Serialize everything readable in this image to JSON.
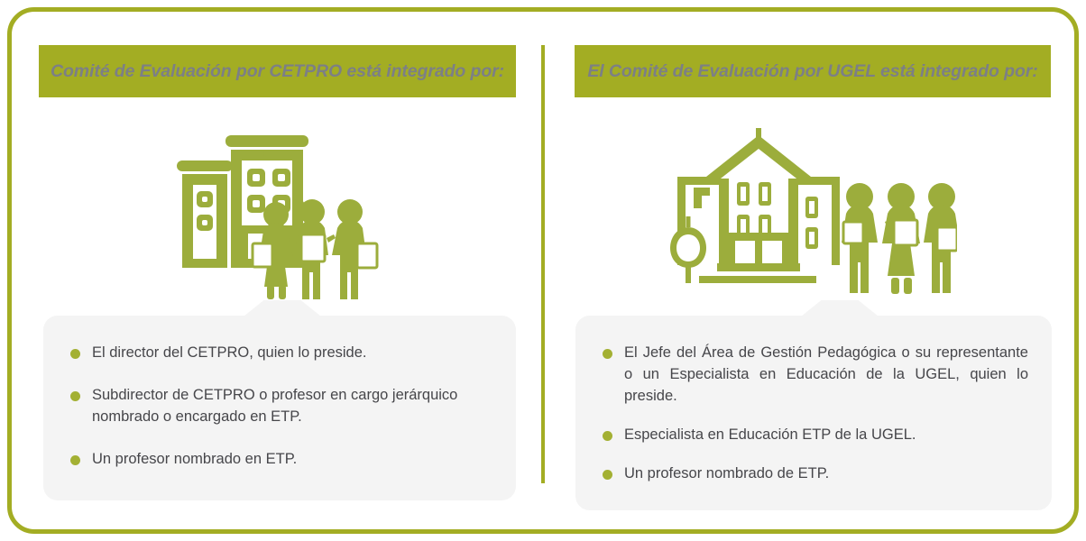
{
  "theme": {
    "accent_olive": "#a3ad23",
    "icon_green": "#9cad3c",
    "bullet_green": "#a3b033",
    "header_text_gray": "#7c7f86",
    "body_text_gray": "#46464a",
    "card_bg": "#f4f4f4",
    "page_bg": "#ffffff"
  },
  "panels": [
    {
      "id": "cetpro",
      "header": "Comité de Evaluación por CETPRO está integrado por:",
      "illustration_name": "cetpro-building-with-people-icon",
      "bullets": [
        "El director del CETPRO, quien lo preside.",
        "Subdirector de CETPRO o profesor en cargo jerárquico nombrado o encargado en ETP.",
        "Un profesor nombrado en ETP."
      ]
    },
    {
      "id": "ugel",
      "header": "El Comité de Evaluación por UGEL está integrado por:",
      "illustration_name": "ugel-school-with-people-icon",
      "bullets": [
        "El Jefe del Área de Gestión Pedagógica o su representante o un Especialista en Educación de la UGEL, quien lo preside.",
        "Especialista en Educación ETP de la UGEL.",
        "Un profesor nombrado de ETP."
      ]
    }
  ]
}
